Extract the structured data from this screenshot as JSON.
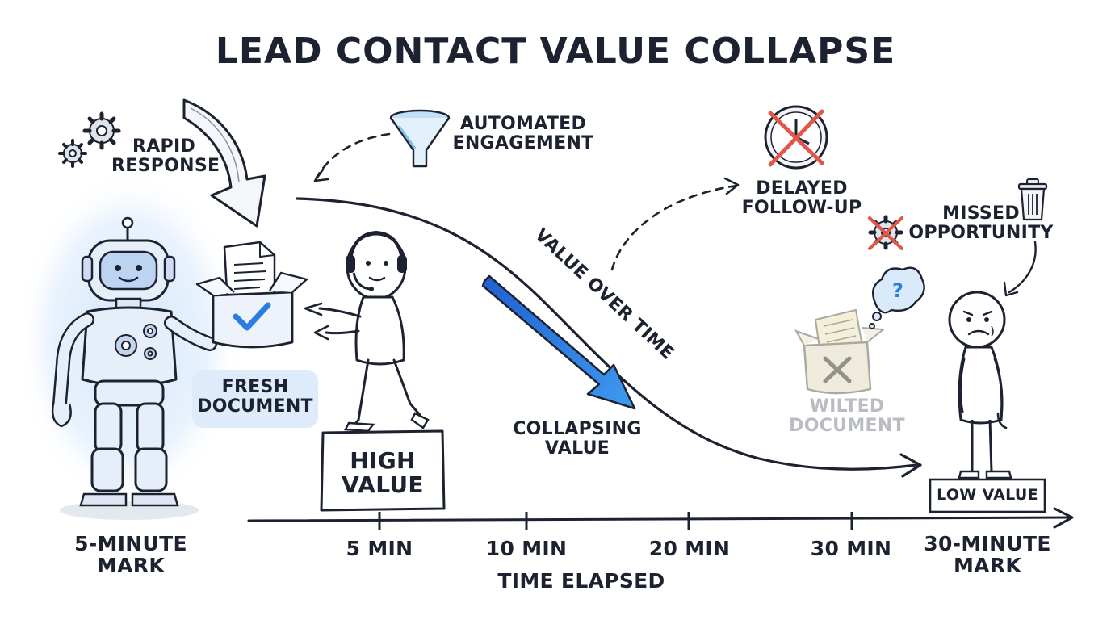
{
  "title": "LEAD CONTACT VALUE COLLAPSE",
  "labels": {
    "rapid_response": "RAPID\nRESPONSE",
    "automated_engagement": "AUTOMATED\nENGAGEMENT",
    "delayed_follow_up": "DELAYED\nFOLLOW-UP",
    "missed_opportunity": "MISSED\nOPPORTUNITY",
    "value_over_time": "VALUE OVER TIME",
    "fresh_document": "FRESH\nDOCUMENT",
    "high_value": "HIGH\nVALUE",
    "collapsing_value": "COLLAPSING\nVALUE",
    "wilted_document": "WILTED\nDOCUMENT",
    "low_value": "LOW VALUE",
    "start_mark": "5-MINUTE\nMARK",
    "end_mark": "30-MINUTE\nMARK"
  },
  "axis": {
    "label": "TIME ELAPSED",
    "ticks": [
      "5 MIN",
      "10 MIN",
      "20 MIN",
      "30 MIN"
    ]
  },
  "icons": {
    "robot": "robot-icon",
    "agent": "headset-agent-icon",
    "sad_person": "sad-person-icon",
    "gears": "gears-icon",
    "funnel": "funnel-icon",
    "clock_crossed": "crossed-clock-icon",
    "trash": "trash-can-icon",
    "gear_crossed": "crossed-gear-icon",
    "question": "question-bubble-icon",
    "fresh_box": "box-with-checkmark-icon",
    "wilted_box": "box-with-x-icon"
  },
  "colors": {
    "ink": "#1c2230",
    "accent_blue": "#2a7de1",
    "robot_glow": "#cfe3fb",
    "cross_red": "#e0564a",
    "faded_gray": "#b9bcc2"
  }
}
